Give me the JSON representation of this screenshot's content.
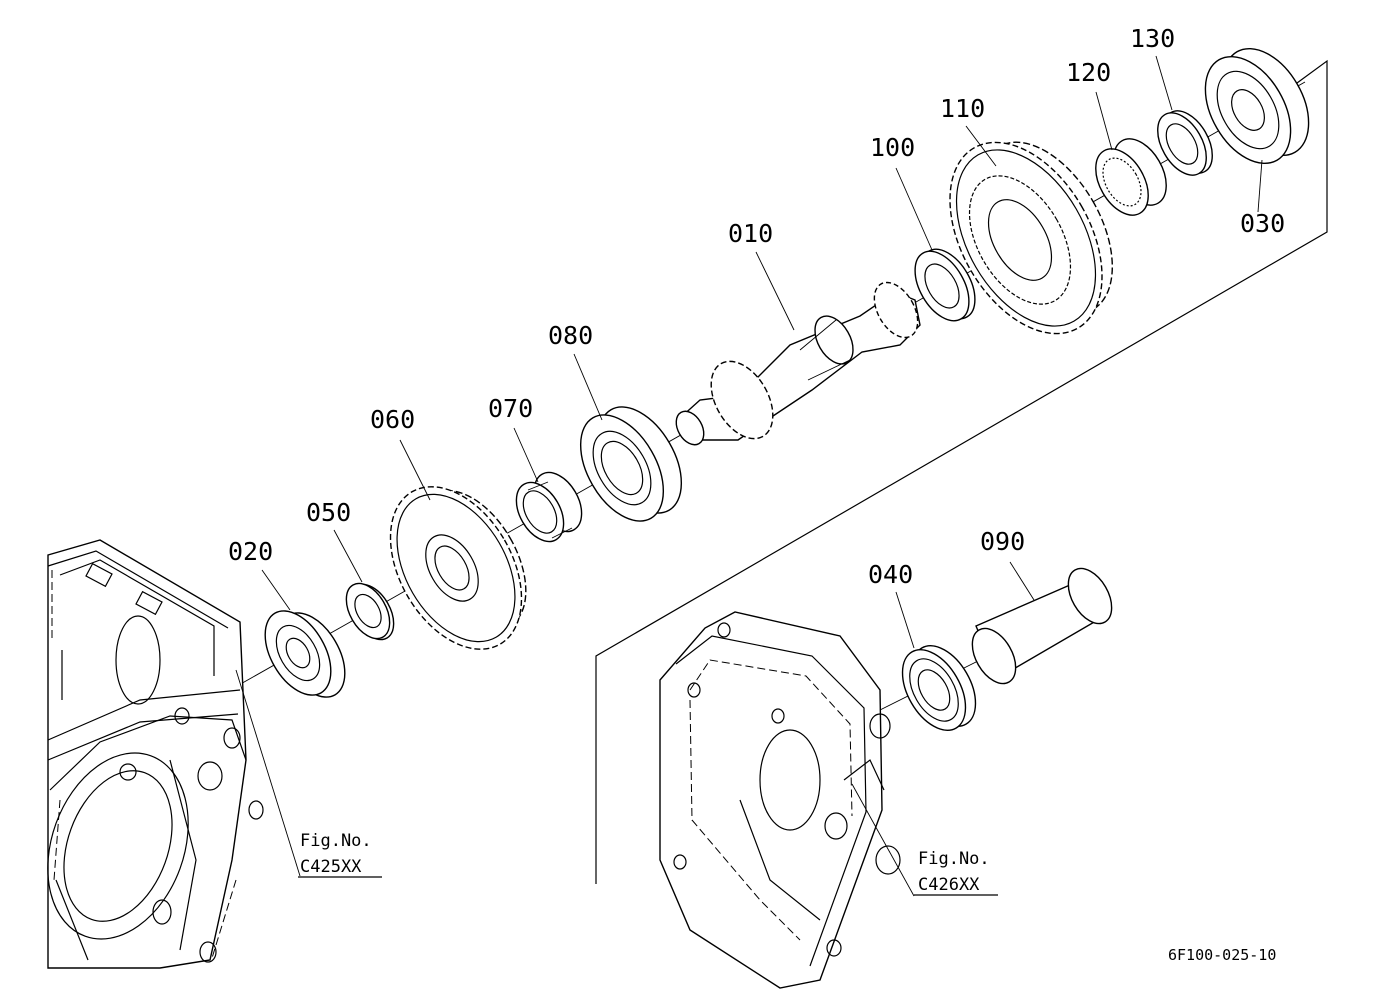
{
  "parts": [
    {
      "id": "p010",
      "label": "010"
    },
    {
      "id": "p020",
      "label": "020"
    },
    {
      "id": "p030",
      "label": "030"
    },
    {
      "id": "p040",
      "label": "040"
    },
    {
      "id": "p050",
      "label": "050"
    },
    {
      "id": "p060",
      "label": "060"
    },
    {
      "id": "p070",
      "label": "070"
    },
    {
      "id": "p080",
      "label": "080"
    },
    {
      "id": "p090",
      "label": "090"
    },
    {
      "id": "p100",
      "label": "100"
    },
    {
      "id": "p110",
      "label": "110"
    },
    {
      "id": "p120",
      "label": "120"
    },
    {
      "id": "p130",
      "label": "130"
    }
  ],
  "references": [
    {
      "line1": "Fig.No.",
      "line2": "C425XX"
    },
    {
      "line1": "Fig.No.",
      "line2": "C426XX"
    }
  ],
  "drawing_code": "6F100-025-10"
}
